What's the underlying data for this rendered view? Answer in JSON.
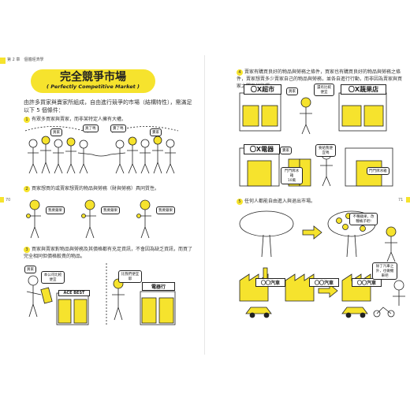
{
  "header": {
    "chapter": "第 2 章　個體經濟學"
  },
  "left": {
    "title": "完全競爭市場",
    "subtitle": "( Perfectly Competitive Market )",
    "intro": "由許多買家與賣家所組成，自由進行競爭的市場（結構特性），需滿足以下 5 個條件：",
    "items": [
      {
        "num": "1",
        "text": "有眾多買家與賣家，而非某特定人擁有大權。"
      },
      {
        "num": "2",
        "text": "買家想買的或賣家想賣的物品與勞務（財與勞務）具同質性。"
      },
      {
        "num": "3",
        "text": "買家與賣家對物品與勞務及其價格都有充足資訊，不會因為缺乏資訊，而買了完全相同但價格較貴的物品。"
      }
    ],
    "scene1": {
      "buyer": "買家",
      "seller": "賣家",
      "buy": "買了嗎",
      "sell": "賣了嗎"
    },
    "scene2": {
      "same": "我要蘋果"
    },
    "scene3": {
      "buyer": "買家",
      "thought": "本公司比較便宜",
      "price_tag": "電器行",
      "shop_sign": "ACE BEST",
      "speech": "比我們便宜耶"
    },
    "page_number": "70"
  },
  "right": {
    "items": [
      {
        "num": "4",
        "text": "賣家有購買良好的物品與勞務之條件，買家也有購買良好的物品與勞務之條件，賣家想賣多少賣家自己的物品與勞務，並各自進行行動，而非因為賣家與買家之間互相影響。"
      },
      {
        "num": "5",
        "text": "任何人都能自由進入與退出市場。"
      }
    ],
    "scene4": {
      "shop_a": "〇X超市",
      "shop_b": "〇X蔬果店",
      "buyer": "買家",
      "want": "還有比較便宜",
      "shop_c": "〇X電器",
      "seller": "賣家",
      "fridge": "門門牌冰箱",
      "price": "10萬",
      "want2": "要給我便宜嗎"
    },
    "scene5": {
      "question": "不種蘋果，改種橘子吧!",
      "factory": "〇〇汽車",
      "quote": "除了汽車之外，也做機車吧"
    },
    "page_number": "71"
  },
  "colors": {
    "accent": "#f6e32d",
    "ink": "#222222"
  }
}
